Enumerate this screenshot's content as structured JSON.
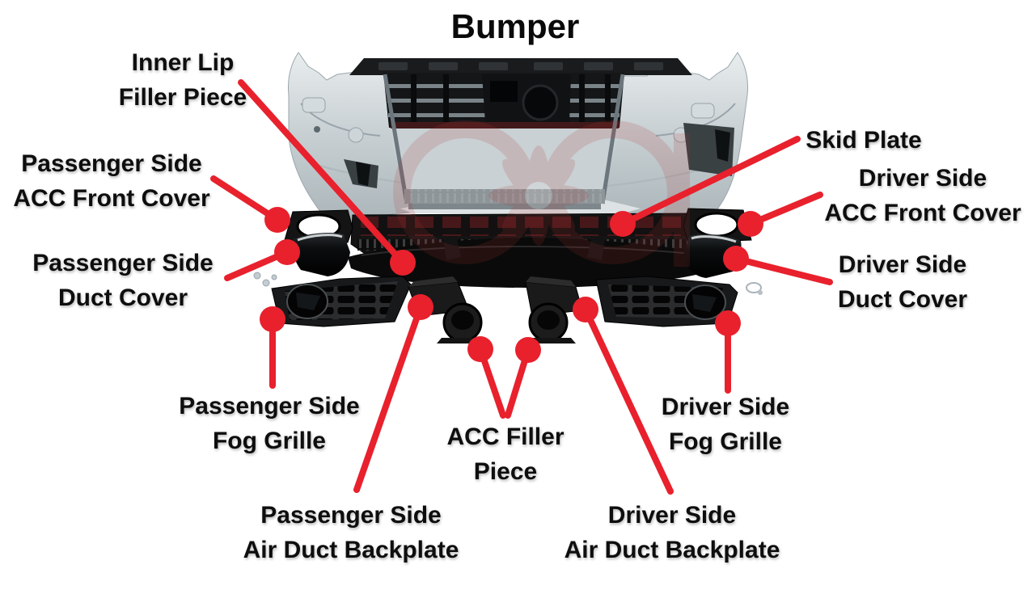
{
  "title": "Bumper",
  "colors": {
    "accent": "#e8212d",
    "body_gray": "#c7cfd2",
    "part_black": "#121212",
    "text": "#0e0e0e",
    "background": "#ffffff"
  },
  "labels": {
    "inner_lip": {
      "line1": "Inner Lip",
      "line2": "Filler Piece"
    },
    "passenger_acc_front_cover": {
      "line1": "Passenger Side",
      "line2": "ACC Front Cover"
    },
    "passenger_duct_cover": {
      "line1": "Passenger Side",
      "line2": "Duct Cover"
    },
    "passenger_fog_grille": {
      "line1": "Passenger Side",
      "line2": "Fog Grille"
    },
    "passenger_air_duct_backplate": {
      "line1": "Passenger Side",
      "line2": "Air Duct Backplate"
    },
    "acc_filler_piece": {
      "line1": "ACC Filler",
      "line2": "Piece"
    },
    "skid_plate": {
      "line1": "Skid Plate"
    },
    "driver_acc_front_cover": {
      "line1": "Driver Side",
      "line2": "ACC Front Cover"
    },
    "driver_duct_cover": {
      "line1": "Driver Side",
      "line2": "Duct Cover"
    },
    "driver_fog_grille": {
      "line1": "Driver Side",
      "line2": "Fog Grille"
    },
    "driver_air_duct_backplate": {
      "line1": "Driver Side",
      "line2": "Air Duct Backplate"
    }
  }
}
